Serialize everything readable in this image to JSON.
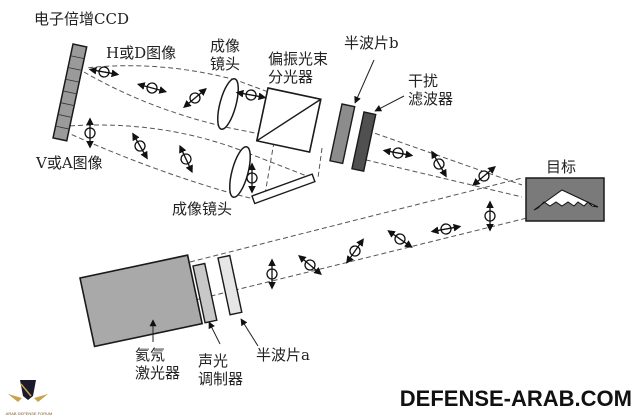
{
  "labels": {
    "emccd": "电子倍增CCD",
    "hd_image": "H或D图像",
    "va_image": "V或A图像",
    "imaging_lens_top": "成像\n镜头",
    "imaging_lens_bottom": "成像镜头",
    "pbs": "偏振光束\n分光器",
    "half_wave_b": "半波片b",
    "interference_filter": "干扰\n滤波器",
    "target": "目标",
    "laser": "氦氖\n激光器",
    "aom": "声光\n调制器",
    "half_wave_a": "半波片a"
  },
  "watermark": {
    "site": "DEFENSE-ARAB.COM",
    "logo_caption": "ARAB DEFENSE FORUM"
  },
  "colors": {
    "laser_fill": "#a9a9a9",
    "aom_fill": "#c8c8c8",
    "hwp_a_fill": "#e6e6e6",
    "hwp_b_fill": "#8c8c8c",
    "filter_fill": "#505050",
    "target_fill": "#7a7a7a",
    "ccd_fill": "#9a9a9a",
    "stroke": "#1a1a1a",
    "beam": "#555555"
  }
}
